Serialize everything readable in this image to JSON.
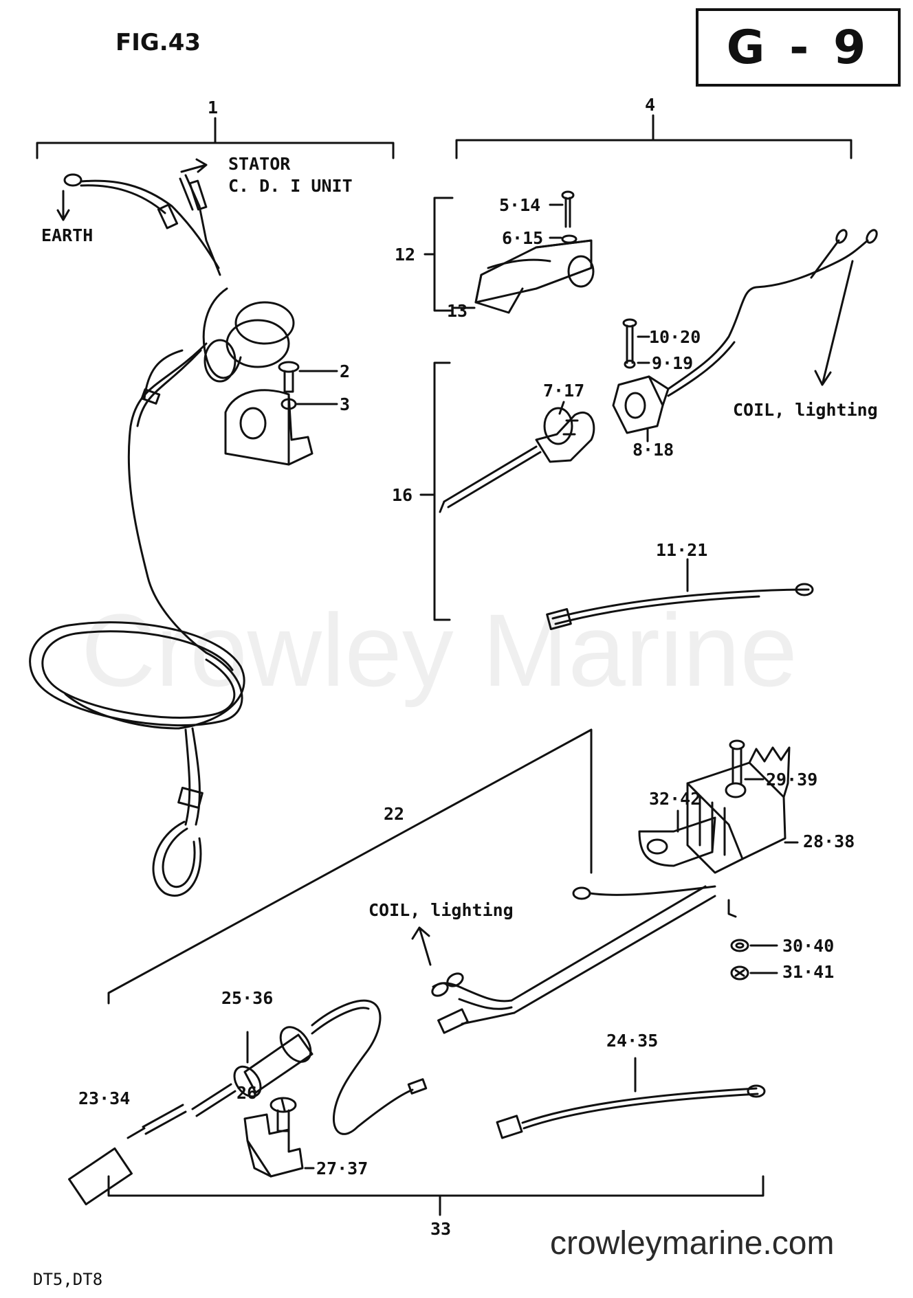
{
  "figure": {
    "title": "FIG.43",
    "plate_code": "G - 9",
    "footer_models": "DT5,DT8",
    "watermark": "Crowley Marine",
    "site": "crowleymarine.com"
  },
  "labels": {
    "group_1": "1",
    "group_4": "4",
    "stator_line1": "STATOR",
    "stator_line2": "C. D. I UNIT",
    "earth": "EARTH",
    "p2": "2",
    "p3": "3",
    "p12": "12",
    "p13": "13",
    "p5_14": "5·14",
    "p6_15": "6·15",
    "p10_20": "10·20",
    "p9_19": "9·19",
    "p7_17": "7·17",
    "p8_18": "8·18",
    "coil_upper": "COIL, lighting",
    "p16": "16",
    "p11_21": "11·21",
    "p22": "22",
    "p29_39": "29·39",
    "p32_42": "32·42",
    "p28_38": "28·38",
    "coil_lower": "COIL, lighting",
    "p30_40": "30·40",
    "p31_41": "31·41",
    "p25_36": "25·36",
    "p24_35": "24·35",
    "p23_34": "23·34",
    "p26": "26",
    "p27_37": "27·37",
    "p33": "33"
  },
  "icons": {
    "stop_switch": "stop-switch-icon",
    "bracket": "bracket-icon",
    "connector": "connector-icon",
    "rectifier": "rectifier-icon",
    "fuse_holder": "fuse-holder-icon",
    "clip": "clip-icon"
  }
}
